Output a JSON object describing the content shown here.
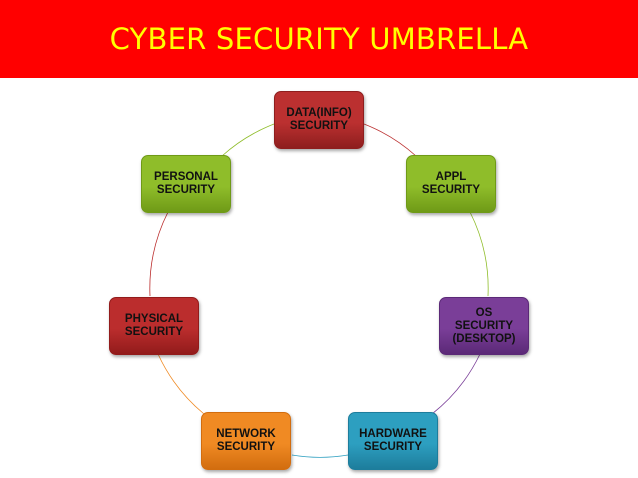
{
  "title": "CYBER SECURITY UMBRELLA",
  "colors": {
    "banner": "#ff0000",
    "title_text": "#ffff00",
    "node_text": "#111111"
  },
  "nodes": [
    {
      "label": "DATA(INFO)\nSECURITY",
      "color": "#bb3030",
      "color_dark": "#8e1e1e"
    },
    {
      "label": "APPL\nSECURITY",
      "color": "#8fbd2a",
      "color_dark": "#6f9a17"
    },
    {
      "label": "OS\nSECURITY\n(DESKTOP)",
      "color": "#7a3e98",
      "color_dark": "#5b2977"
    },
    {
      "label": "HARDWARE\nSECURITY",
      "color": "#2d9fc0",
      "color_dark": "#1d7d9c"
    },
    {
      "label": "NETWORK\nSECURITY",
      "color": "#f08a23",
      "color_dark": "#d26d0f"
    },
    {
      "label": "PHYSICAL\nSECURITY",
      "color": "#bb2d2d",
      "color_dark": "#921b1b"
    },
    {
      "label": "PERSONAL\nSECURITY",
      "color": "#8fbd2a",
      "color_dark": "#6f9a17"
    }
  ]
}
